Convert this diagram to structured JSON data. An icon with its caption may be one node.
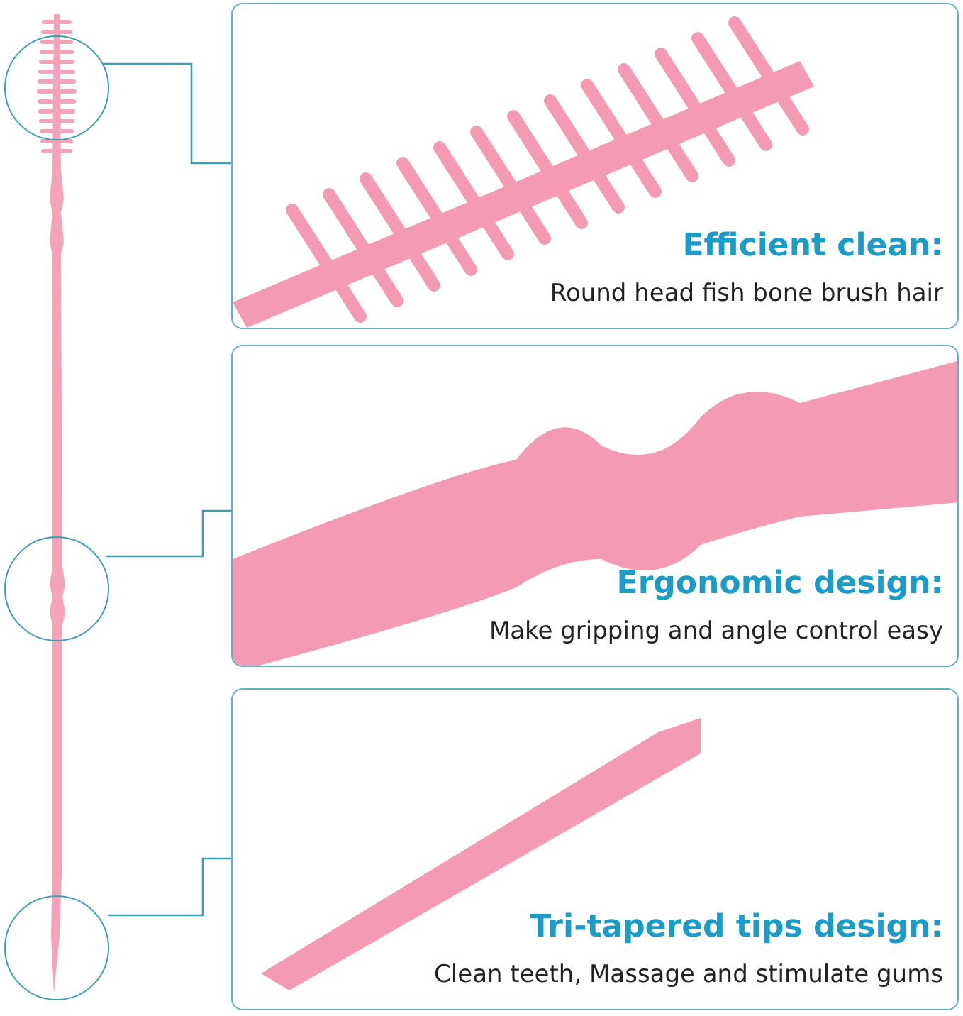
{
  "diagram": {
    "nodes": [
      {
        "text": [],
        "shape": "circle"
      },
      {
        "text": [
          "Efficient clean:",
          "Round head fish bone brush hair"
        ]
      },
      {
        "text": [],
        "shape": "circle"
      },
      {
        "text": [
          "Ergonomic design:",
          "Make gripping and angle control easy"
        ]
      },
      {
        "text": [],
        "shape": "circle"
      },
      {
        "text": [
          "Tri-tapered tips design:",
          "Clean teeth, Massage and stimulate gums"
        ]
      }
    ],
    "edges": [
      {
        "from": 0,
        "to": 1,
        "arrow": "none"
      },
      {
        "from": 2,
        "to": 3,
        "arrow": "none"
      },
      {
        "from": 4,
        "to": 5,
        "arrow": "none"
      }
    ]
  }
}
